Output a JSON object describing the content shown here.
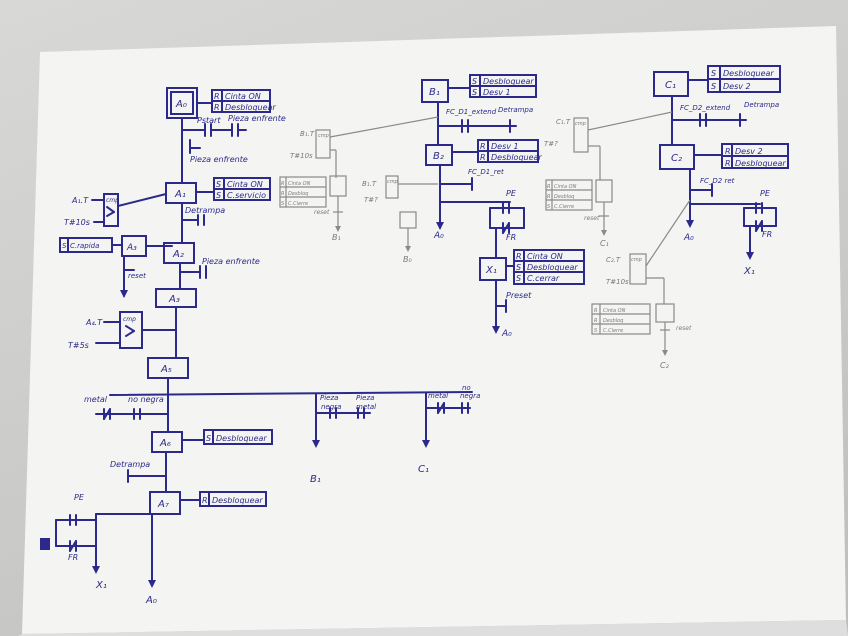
{
  "steps": {
    "A0": "A₀",
    "A1": "A₁",
    "A2": "A₂",
    "A3": "A₃",
    "A3b": "A₃",
    "A5": "A₅",
    "A6": "A₆",
    "A7": "A₇",
    "B1": "B₁",
    "B2": "B₂",
    "C1": "C₁",
    "C2": "C₂",
    "X1": "X₁"
  },
  "actions": {
    "A0": [
      [
        "R",
        "Cinta ON"
      ],
      [
        "R",
        "Desbloquear"
      ]
    ],
    "A1": [
      [
        "S",
        "Cinta ON"
      ],
      [
        "S",
        "C.servicio"
      ]
    ],
    "A3": [
      [
        "S",
        "C.rapida"
      ]
    ],
    "A6": [
      [
        "S",
        "Desbloquear"
      ]
    ],
    "A7": [
      [
        "R",
        "Desbloquear"
      ]
    ],
    "B1": [
      [
        "S",
        "Desbloquear"
      ],
      [
        "S",
        "Desv 1"
      ]
    ],
    "B2": [
      [
        "R",
        "Desv 1"
      ],
      [
        "R",
        "Desbloquear"
      ]
    ],
    "X1": [
      [
        "R",
        "Cinta ON"
      ],
      [
        "S",
        "Desbloquear"
      ],
      [
        "S",
        "C.cerrar"
      ]
    ],
    "C1": [
      [
        "S",
        "Desbloquear"
      ],
      [
        "S",
        "Desv 2"
      ]
    ],
    "C2": [
      [
        "R",
        "Desv 2"
      ],
      [
        "R",
        "Desbloquear"
      ]
    ],
    "B3": [
      [
        "R",
        "Cinta ON"
      ],
      [
        "R",
        "Desbloq"
      ],
      [
        "S",
        "C.Cierre"
      ]
    ],
    "C3": [
      [
        "R",
        "Cinta ON"
      ],
      [
        "R",
        "Desbloq"
      ],
      [
        "S",
        "C.Cierre"
      ]
    ],
    "C3b": [
      [
        "R",
        "Cinta ON"
      ],
      [
        "R",
        "Desbloq"
      ],
      [
        "S",
        "C.Cierre"
      ]
    ]
  },
  "transitions": {
    "t0a": "Pstart",
    "t0b": "Pieza enfrente",
    "t0c": "Pieza enfrente",
    "t1": "Detrampa",
    "t2": "Pieza enfrente",
    "tMetal": "metal",
    "tNoNegra": "no negra",
    "tB1a": "Pieza",
    "tB1b": "negra",
    "tB1c": "Pieza",
    "tB1d": "metal",
    "tC1a": "metal",
    "tC1b": "no",
    "tC1c": "negra",
    "tDet": "Detrampa",
    "tPE": "PE",
    "tFR": "FR",
    "tB1": "FC_D1_extend",
    "tB1det": "Detrampa",
    "tB2": "FC_D1_ret",
    "tC1": "FC_D2_extend",
    "tC1det": "Detrampa",
    "tC2": "FC_D2 ret",
    "preset": "Preset",
    "reset": "reset"
  },
  "timers": {
    "A1": {
      "label": "A₁.T",
      "preset": "T#10s",
      "block": "cmp"
    },
    "A4": {
      "label": "A₄.T",
      "preset": "T#5s",
      "block": "cmp"
    },
    "B1": {
      "label": "B₁.T",
      "preset": "T#10s",
      "block": "cmp"
    },
    "B1b": {
      "label": "B₁.T",
      "preset": "T#?",
      "block": "cmp"
    },
    "C1": {
      "label": "C₁.T",
      "preset": "T#?",
      "block": "cmp"
    },
    "C2": {
      "label": "C₂.T",
      "preset": "T#10s",
      "block": "cmp"
    }
  },
  "jumps": {
    "A0": "A₀",
    "A0b": "A₀",
    "A0c": "A₀",
    "B1": "B₁",
    "C1": "C₁",
    "C1b": "C₁",
    "C2": "C₂",
    "X1": "X₁",
    "X1b": "X₁",
    "B0": "B₀",
    "B1c": "B₁"
  }
}
